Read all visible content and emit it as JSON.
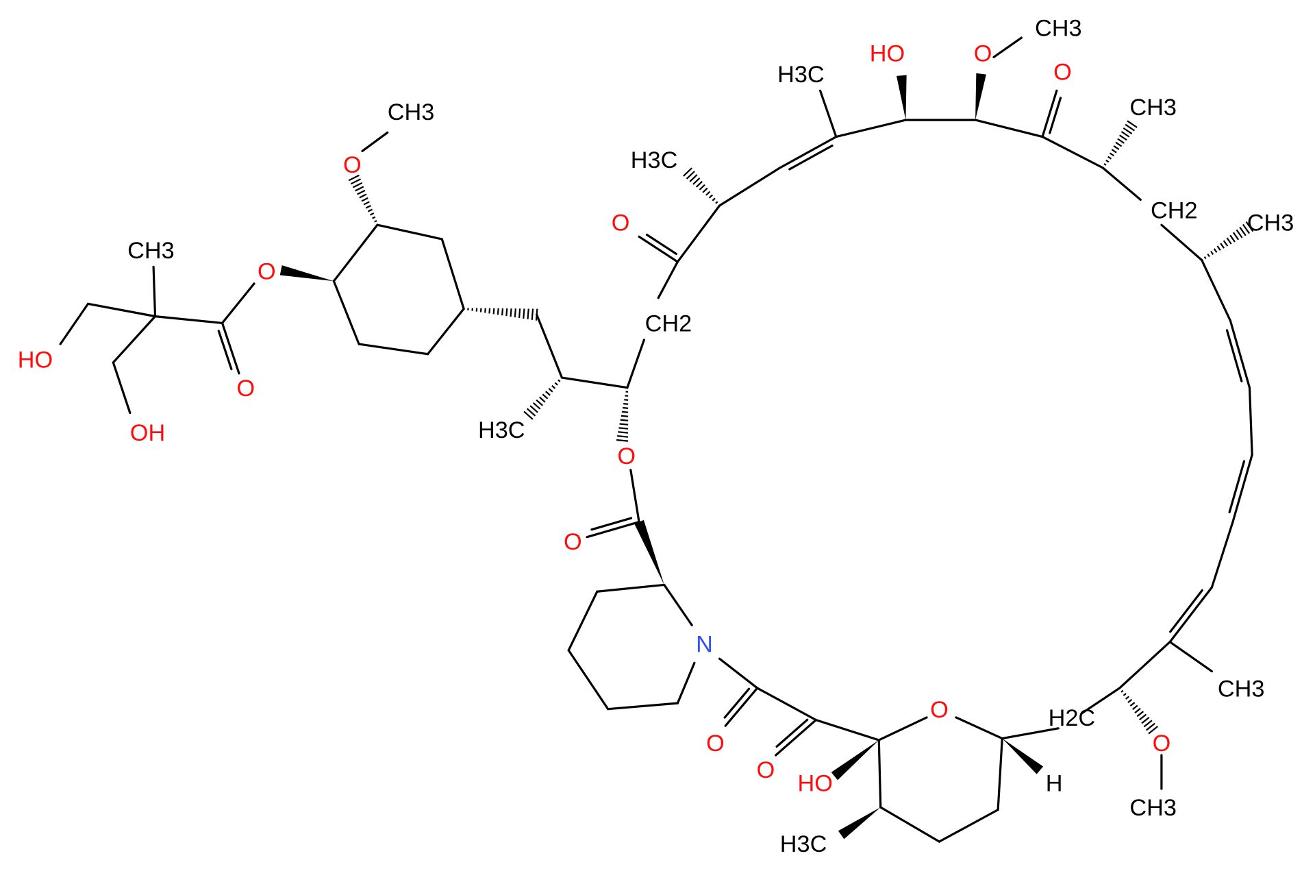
{
  "diagram": {
    "type": "chemical-structure",
    "colors": {
      "carbon": "#000000",
      "oxygen": "#ff0d0d",
      "nitrogen": "#3050f8",
      "hydrogen": "#000000"
    },
    "atom_labels": [
      {
        "text": "CH3",
        "element": "C"
      },
      {
        "text": "O",
        "element": "O"
      },
      {
        "text": "O",
        "element": "O"
      },
      {
        "text": "CH3",
        "element": "C"
      },
      {
        "text": "HO",
        "element": "O"
      },
      {
        "text": "OH",
        "element": "O"
      },
      {
        "text": "O",
        "element": "O"
      },
      {
        "text": "H3C",
        "element": "C"
      },
      {
        "text": "HO",
        "element": "O"
      },
      {
        "text": "O",
        "element": "O"
      },
      {
        "text": "CH3",
        "element": "C"
      },
      {
        "text": "O",
        "element": "O"
      },
      {
        "text": "CH3",
        "element": "C"
      },
      {
        "text": "H3C",
        "element": "C"
      },
      {
        "text": "O",
        "element": "O"
      },
      {
        "text": "CH2",
        "element": "C"
      },
      {
        "text": "CH3",
        "element": "C"
      },
      {
        "text": "CH2",
        "element": "C"
      },
      {
        "text": "H3C",
        "element": "C"
      },
      {
        "text": "O",
        "element": "O"
      },
      {
        "text": "O",
        "element": "O"
      },
      {
        "text": "N",
        "element": "N"
      },
      {
        "text": "O",
        "element": "O"
      },
      {
        "text": "O",
        "element": "O"
      },
      {
        "text": "O",
        "element": "O"
      },
      {
        "text": "HO",
        "element": "O"
      },
      {
        "text": "H",
        "element": "H"
      },
      {
        "text": "H2C",
        "element": "C"
      },
      {
        "text": "CH3",
        "element": "C"
      },
      {
        "text": "O",
        "element": "O"
      },
      {
        "text": "CH3",
        "element": "C"
      },
      {
        "text": "H3C",
        "element": "C"
      }
    ]
  }
}
